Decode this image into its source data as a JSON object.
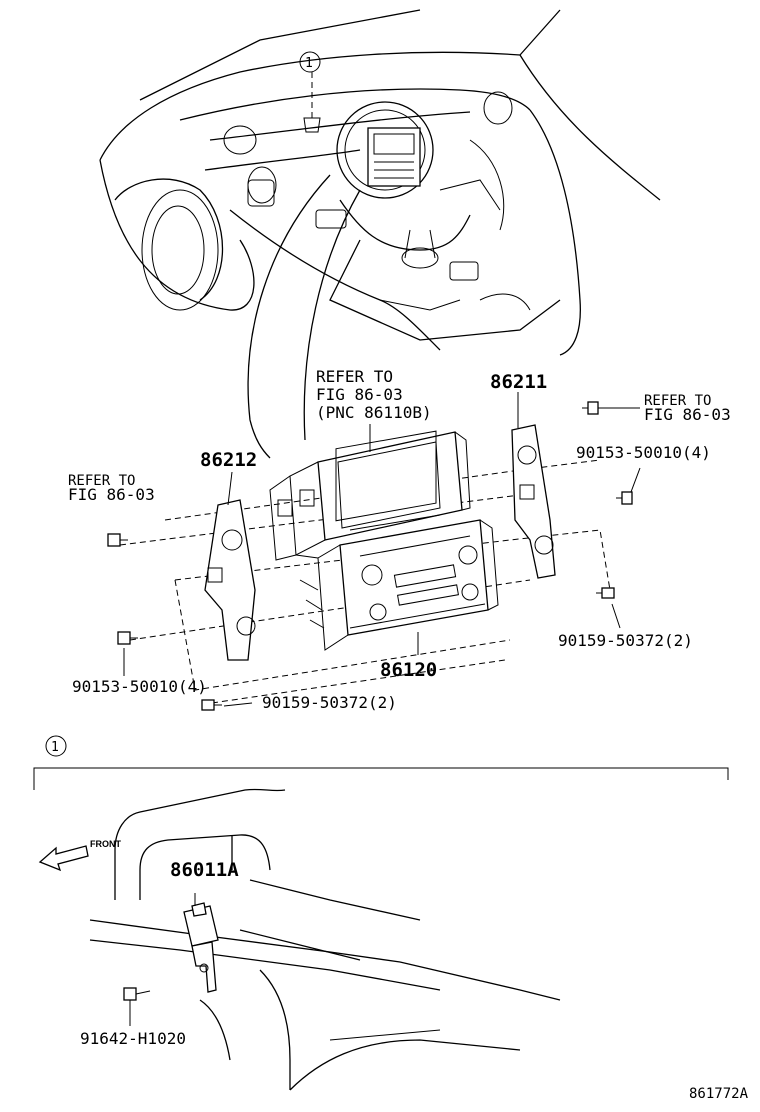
{
  "callouts": {
    "circle_top": "1",
    "circle_detail": "1"
  },
  "labels": {
    "refer_center_1": "REFER TO",
    "refer_center_2": "FIG 86-03",
    "refer_center_3": "(PNC 86110B)",
    "refer_right_1": "REFER TO",
    "refer_right_2": "FIG 86-03",
    "refer_left_1": "REFER TO",
    "refer_left_2": "FIG 86-03",
    "part_86211": "86211",
    "part_86212": "86212",
    "part_86120": "86120",
    "part_90153_right": "90153-50010(4)",
    "part_90153_left": "90153-50010(4)",
    "part_90159_right": "90159-50372(2)",
    "part_90159_left": "90159-50372(2)",
    "part_86011A": "86011A",
    "part_91642": "91642-H1020",
    "front": "FRONT",
    "figure_id": "861772A"
  }
}
